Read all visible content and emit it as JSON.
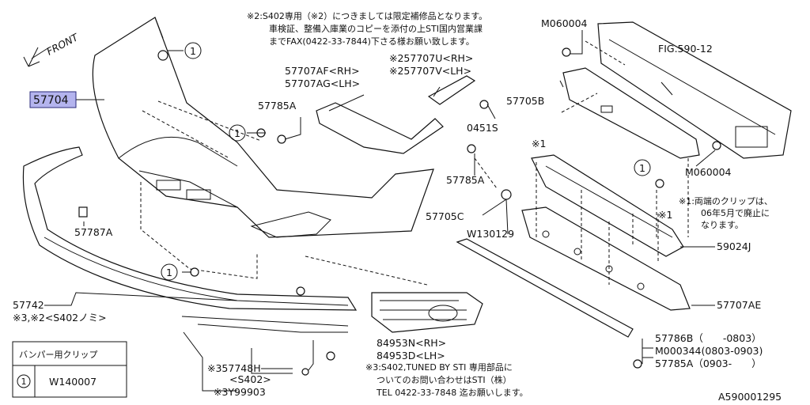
{
  "diagram": {
    "front_label": "FRONT",
    "figure_id": "A590001295",
    "notes": {
      "s2_line1": "※2:S402専用（※2）につきましては限定補修品となります。",
      "s2_line2": "車検証、整備入庫業のコピーを添付の上STI国内営業課",
      "s2_line3": "までFAX(0422-33-7844)下さる様お願い致します。",
      "s1_line1": "※1:両端のクリップは、",
      "s1_line2": "06年5月で廃止に",
      "s1_line3": "なります。",
      "s3_line1": "※3:S402,TUNED BY STI 専用部品に",
      "s3_line2": "ついてのお問い合わせはSTI（株）",
      "s3_line3": "TEL 0422-33-7848 迄お願いします。"
    },
    "parts": {
      "p57704": "57704",
      "p57707af": "57707AF<RH>",
      "p57707ag": "57707AG<LH>",
      "p257707u": "※257707U<RH>",
      "p257707v": "※257707V<LH>",
      "p57785a_1": "57785A",
      "p57785a_2": "57785A",
      "p0451s": "0451S",
      "m060004_top": "M060004",
      "m060004_bot": "M060004",
      "fig590": "FIG.590-12",
      "p57705b": "57705B",
      "p57787a": "57787A",
      "p57705c": "57705C",
      "w130129": "W130129",
      "p59024j": "59024J",
      "p57742": "57742",
      "p57742_sub": "※3,※2<S402ノミ>",
      "p84953n": "84953N<RH>",
      "p84953d": "84953D<LH>",
      "p57707ae": "57707AE",
      "p357748h": "※357748H",
      "p357748h_sub": "<S402>",
      "p3y99903": "※3Y99903",
      "p57786b": "57786B（　　-0803）",
      "m000344": "M000344(0803-0903)",
      "p57785a_3": "57785A（0903-　　）",
      "mark1_a": "※1",
      "mark1_b": "※1"
    },
    "callouts": {
      "c1": "1",
      "c2": "1",
      "c3": "1",
      "c4": "1"
    },
    "legend": {
      "header": "バンパー用クリップ",
      "num": "1",
      "part": "W140007"
    }
  }
}
